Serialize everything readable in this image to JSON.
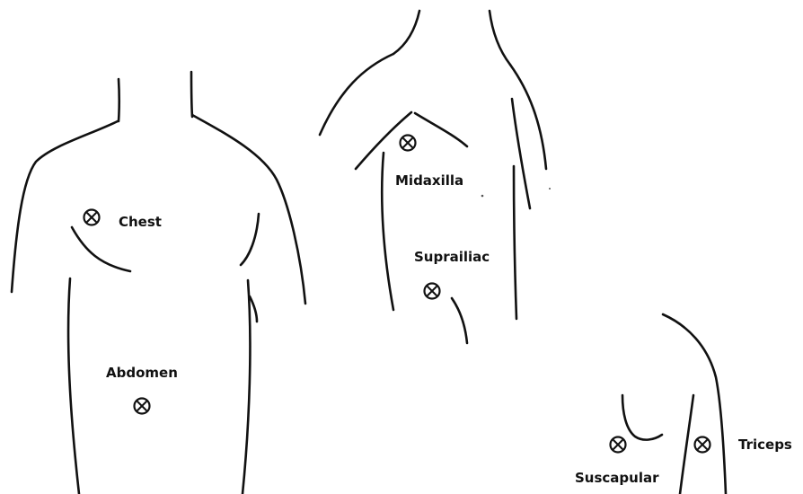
{
  "figure": {
    "colors": {
      "ink": "#111111",
      "paper": "#ffffff"
    },
    "sites": {
      "chest": "Chest",
      "abdomen": "Abdomen",
      "midaxilla": "Midaxilla",
      "suprailiac": "Suprailiac",
      "suscapular": "Suscapular",
      "triceps": "Triceps"
    },
    "marker_icon": "circled-x-icon"
  }
}
